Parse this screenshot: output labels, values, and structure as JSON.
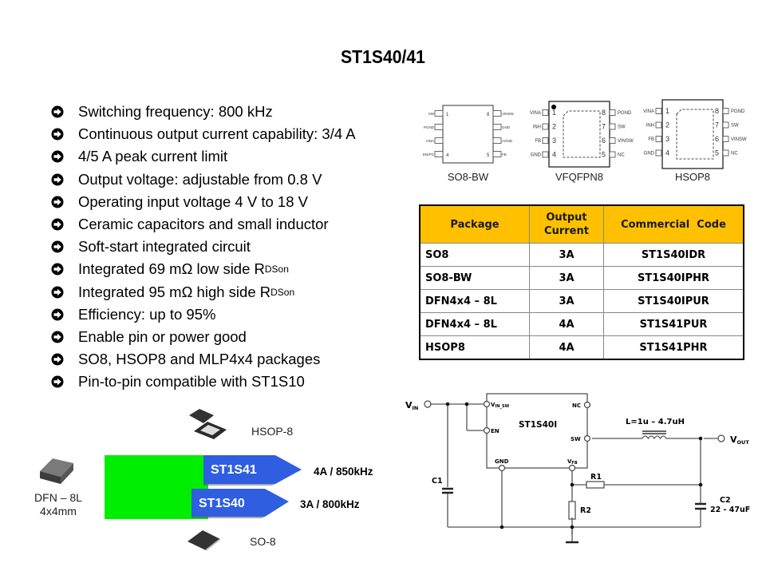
{
  "slide": {
    "title": "ST1S40/41",
    "bullets": [
      {
        "text": "Switching frequency: 800 kHz"
      },
      {
        "text": "Continuous output current capability: 3/4 A"
      },
      {
        "text": "4/5 A peak current limit"
      },
      {
        "text": "Output voltage: adjustable from 0.8 V"
      },
      {
        "text": "Operating input voltage 4 V to 18 V"
      },
      {
        "text": "Ceramic capacitors and small inductor"
      },
      {
        "text": "Soft-start integrated circuit"
      },
      {
        "text": "Integrated 69 mΩ low side R",
        "sub": "DSon"
      },
      {
        "text": "Integrated 95 mΩ high side R",
        "sub": "DSon"
      },
      {
        "text": "Efficiency: up to 95%"
      },
      {
        "text": "Enable pin or power good"
      },
      {
        "text": "SO8, HSOP8 and MLP4x4 packages"
      },
      {
        "text": "Pin-to-pin compatible with ST1S10"
      }
    ],
    "bullet_icon": "circled-right-arrow-icon"
  },
  "packages": [
    {
      "name": "SO8-BW",
      "left_pins": [
        {
          "num": "1",
          "label": "SW"
        },
        {
          "num": "",
          "label": "PGND"
        },
        {
          "num": "",
          "label": "VINA"
        },
        {
          "num": "4",
          "label": "EN/PG"
        }
      ],
      "right_pins": [
        {
          "num": "8",
          "label": "VINSW"
        },
        {
          "num": "",
          "label": "GND"
        },
        {
          "num": "",
          "label": "AGND"
        },
        {
          "num": "5",
          "label": "FB"
        }
      ]
    },
    {
      "name": "VFQFPN8",
      "left_pins": [
        {
          "num": "1",
          "label": "VINA"
        },
        {
          "num": "2",
          "label": "INH"
        },
        {
          "num": "3",
          "label": "FB"
        },
        {
          "num": "4",
          "label": "GND"
        }
      ],
      "right_pins": [
        {
          "num": "8",
          "label": "PGND"
        },
        {
          "num": "7",
          "label": "SW"
        },
        {
          "num": "6",
          "label": "VINSW"
        },
        {
          "num": "5",
          "label": "NC"
        }
      ]
    },
    {
      "name": "HSOP8",
      "left_pins": [
        {
          "num": "1",
          "label": "VINA"
        },
        {
          "num": "2",
          "label": "INH"
        },
        {
          "num": "3",
          "label": "FB"
        },
        {
          "num": "4",
          "label": "GND"
        }
      ],
      "right_pins": [
        {
          "num": "8",
          "label": "PGND"
        },
        {
          "num": "7",
          "label": "SW"
        },
        {
          "num": "6",
          "label": "VINSW"
        },
        {
          "num": "5",
          "label": "NC"
        }
      ]
    }
  ],
  "table": {
    "headers": [
      "Package",
      "Output Current",
      "Commercial  Code"
    ],
    "header_color": "#ffc000",
    "rows": [
      [
        "SO8",
        "3A",
        "ST1S40IDR"
      ],
      [
        "SO8-BW",
        "3A",
        "ST1S40IPHR"
      ],
      [
        "DFN4x4 – 8L",
        "3A",
        "ST1S40IPUR"
      ],
      [
        "DFN4x4 – 8L",
        "4A",
        "ST1S41PUR"
      ],
      [
        "HSOP8",
        "4A",
        "ST1S41PHR"
      ]
    ]
  },
  "schematic": {
    "vin_label": "V",
    "vin_sub": "IN",
    "vout_label": "V",
    "vout_sub": "OUT",
    "ic_name": "ST1S40I",
    "pins": {
      "vin_sw": "V",
      "vin_sw_sub": "IN_SW",
      "en": "EN",
      "nc": "NC",
      "sw": "SW",
      "gnd": "GND",
      "vfb": "V",
      "vfb_sub": "FB"
    },
    "inductor": "L=1u – 4.7uH",
    "c1": "C1",
    "c2": "C2",
    "c2_value": "22 - 47uF",
    "r1": "R1",
    "r2": "R2"
  },
  "family": {
    "dfn_label_1": "DFN – 8L",
    "dfn_label_2": "4x4mm",
    "hsop_label": "HSOP-8",
    "so_label": "SO-8",
    "st1s41": {
      "name": "ST1S41",
      "spec": "4A / 850kHz"
    },
    "st1s40": {
      "name": "ST1S40",
      "spec": "3A / 800kHz"
    },
    "green": "#00ee00",
    "blue": "#2f5fe0"
  }
}
